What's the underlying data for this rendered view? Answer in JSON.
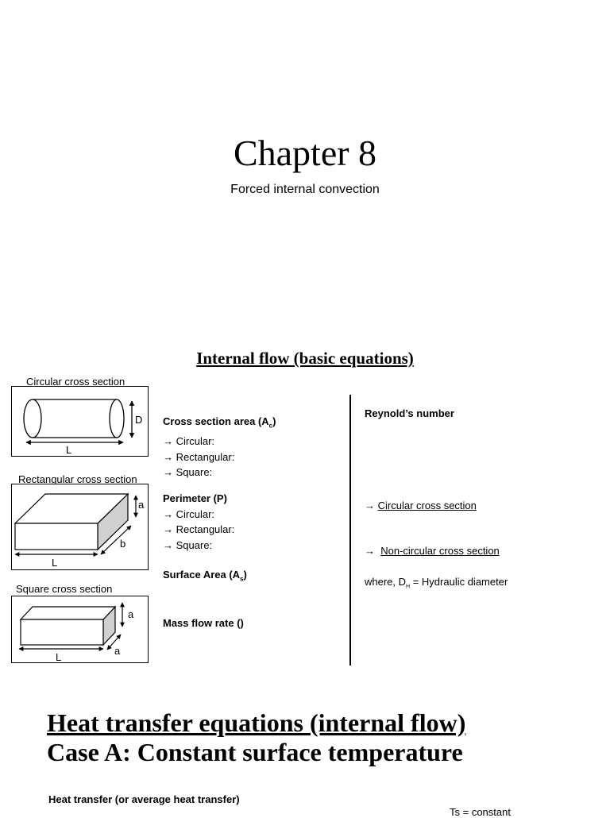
{
  "title": {
    "chapter": "Chapter 8",
    "subtitle": "Forced internal convection"
  },
  "basic": {
    "heading": "Internal flow (basic equations)",
    "figures": [
      {
        "caption": "Circular cross section",
        "dims": {
          "D": "D",
          "L": "L"
        }
      },
      {
        "caption": "Rectangular cross section",
        "dims": {
          "a": "a",
          "b": "b",
          "L": "L"
        }
      },
      {
        "caption": "Square cross section",
        "dims": {
          "a1": "a",
          "a2": "a",
          "L": "L"
        }
      }
    ],
    "cross_section_area": {
      "label": "Cross section area (A",
      "sub": "c",
      "close": ")",
      "items": [
        "Circular:",
        "Rectangular:",
        "Square:"
      ]
    },
    "perimeter": {
      "label": "Perimeter (P)",
      "items": [
        "Circular:",
        "Rectangular:",
        "Square:"
      ]
    },
    "surface_area": {
      "label": "Surface Area (A",
      "sub": "s",
      "close": ")"
    },
    "mass_flow": {
      "label": "Mass flow rate ()"
    },
    "reynolds": {
      "label": "Reynold’s number",
      "circular": "Circular cross section",
      "noncircular": "Non-circular cross section",
      "where_prefix": "where, D",
      "where_sub": "H",
      "where_suffix": " = Hydraulic diameter"
    },
    "arrow": "→"
  },
  "heat": {
    "heading_line1": "Heat transfer equations (internal flow)",
    "heading_line2": "Case A: Constant surface temperature",
    "subheading": "Heat transfer (or average heat transfer)",
    "ts_note": "Ts = constant"
  }
}
